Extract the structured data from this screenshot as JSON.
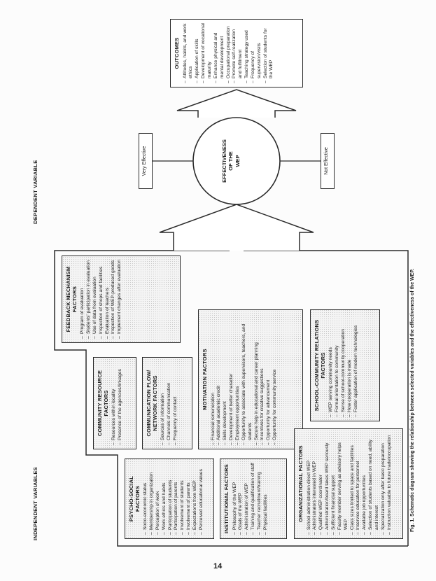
{
  "labels": {
    "independent": "INDEPENDENT VARIABLES",
    "dependent": "DEPENDENT VARIABLE"
  },
  "effectiveness": {
    "line1": "EFFECTIVENESS",
    "line2": "OF THE",
    "line3": "WEP",
    "very_effective": "Very Effective",
    "not_effective": "Not Effective"
  },
  "boxes": {
    "psycho_social": {
      "title": "PSYCHO-SOCIAL FACTORS",
      "items": [
        "Socio-economic status",
        "Membership in organization",
        "Perception of work",
        "Work ethics and habits",
        "Participation of students",
        "Participation of parents",
        "Involvement of students",
        "Involvement of parents",
        "Expectations from WEP",
        "Perceived educational values"
      ]
    },
    "community_resource": {
      "title": "COMMUNITY RESOURCE FACTORS",
      "items": [
        "Resources within locality",
        "Presence of the agencies/linkages"
      ]
    },
    "communication_flow": {
      "title": "COMMUNICATION FLOW/ NETWORK FACTORS",
      "items": [
        "Sources of information",
        "Channels of communication",
        "Frequency of contact"
      ]
    },
    "institutional": {
      "title": "INSTITUTIONAL FACTORS",
      "items": [
        "Philosophy of the WEP",
        "Goals of the WEP",
        "Administration of WEP",
        "Training and qualification of staff",
        "Teacher recruitment/training",
        "Physical facilities"
      ]
    },
    "motivation": {
      "title": "MOTIVATION FACTORS",
      "items": [
        "Financial remuneration",
        "Additional academic credit",
        "Skills development",
        "Development of better character",
        "Employment opportunities",
        "Opportunity to associate with supervisors, teachers, and students",
        "Secure help in educational and career planning",
        "Incentives for creative suggestions",
        "Opportunity for advancement",
        "Opportunity for community service"
      ]
    },
    "feedback": {
      "title": "FEEDBACK MECHANISM FACTORS",
      "items": [
        "Program of evaluation",
        "Students' participation in evaluation",
        "Use of data from evaluation",
        "Inspection of shops and facilities",
        "Evaluation of teachers",
        "Inspection of WEP-produced goods",
        "Implement changes after evaluation"
      ]
    },
    "organizational": {
      "title": "ORGANIZATIONAL FACTORS",
      "items": [
        "School administration direct WEP",
        "Administrators interested in WEP",
        "Qualified WEP coordinator",
        "Administration/board takes WEP seriously",
        "Sufficient financial support",
        "Faculty member serving as advisory helps WEP",
        "Class sizes limited to space and facilities",
        "Inservice education for personnel",
        "Available job opportunities",
        "Selection of students based on need, ability and interest",
        "Specialization only after basic preparation",
        "Instruction valuable to future trade/occupation"
      ]
    },
    "school_community": {
      "title": "SCHOOL-COMMUNITY RELATIONS FACTORS",
      "items": [
        "WEP serving community needs",
        "Formal orientation to community",
        "Sense of school-community cooperation",
        "How cooperation is made",
        "Foster application of modern technologies"
      ]
    },
    "outcomes": {
      "title": "OUTCOMES",
      "items": [
        "Attitudes, habits, and work ethics",
        "Application of skills",
        "Development of vocational maturity",
        "Enhance physical and mental development",
        "Occupational preparation",
        "Promote self-realization and fulfillment",
        "Teaching strategy used",
        "Frequency of supervision/visits",
        "Selection of students for the WEP"
      ]
    }
  },
  "caption": "Fig. 1.  Schematic diagram showing the relationship between selected variables and the effectiveness of the WEP.",
  "page_number": "14"
}
